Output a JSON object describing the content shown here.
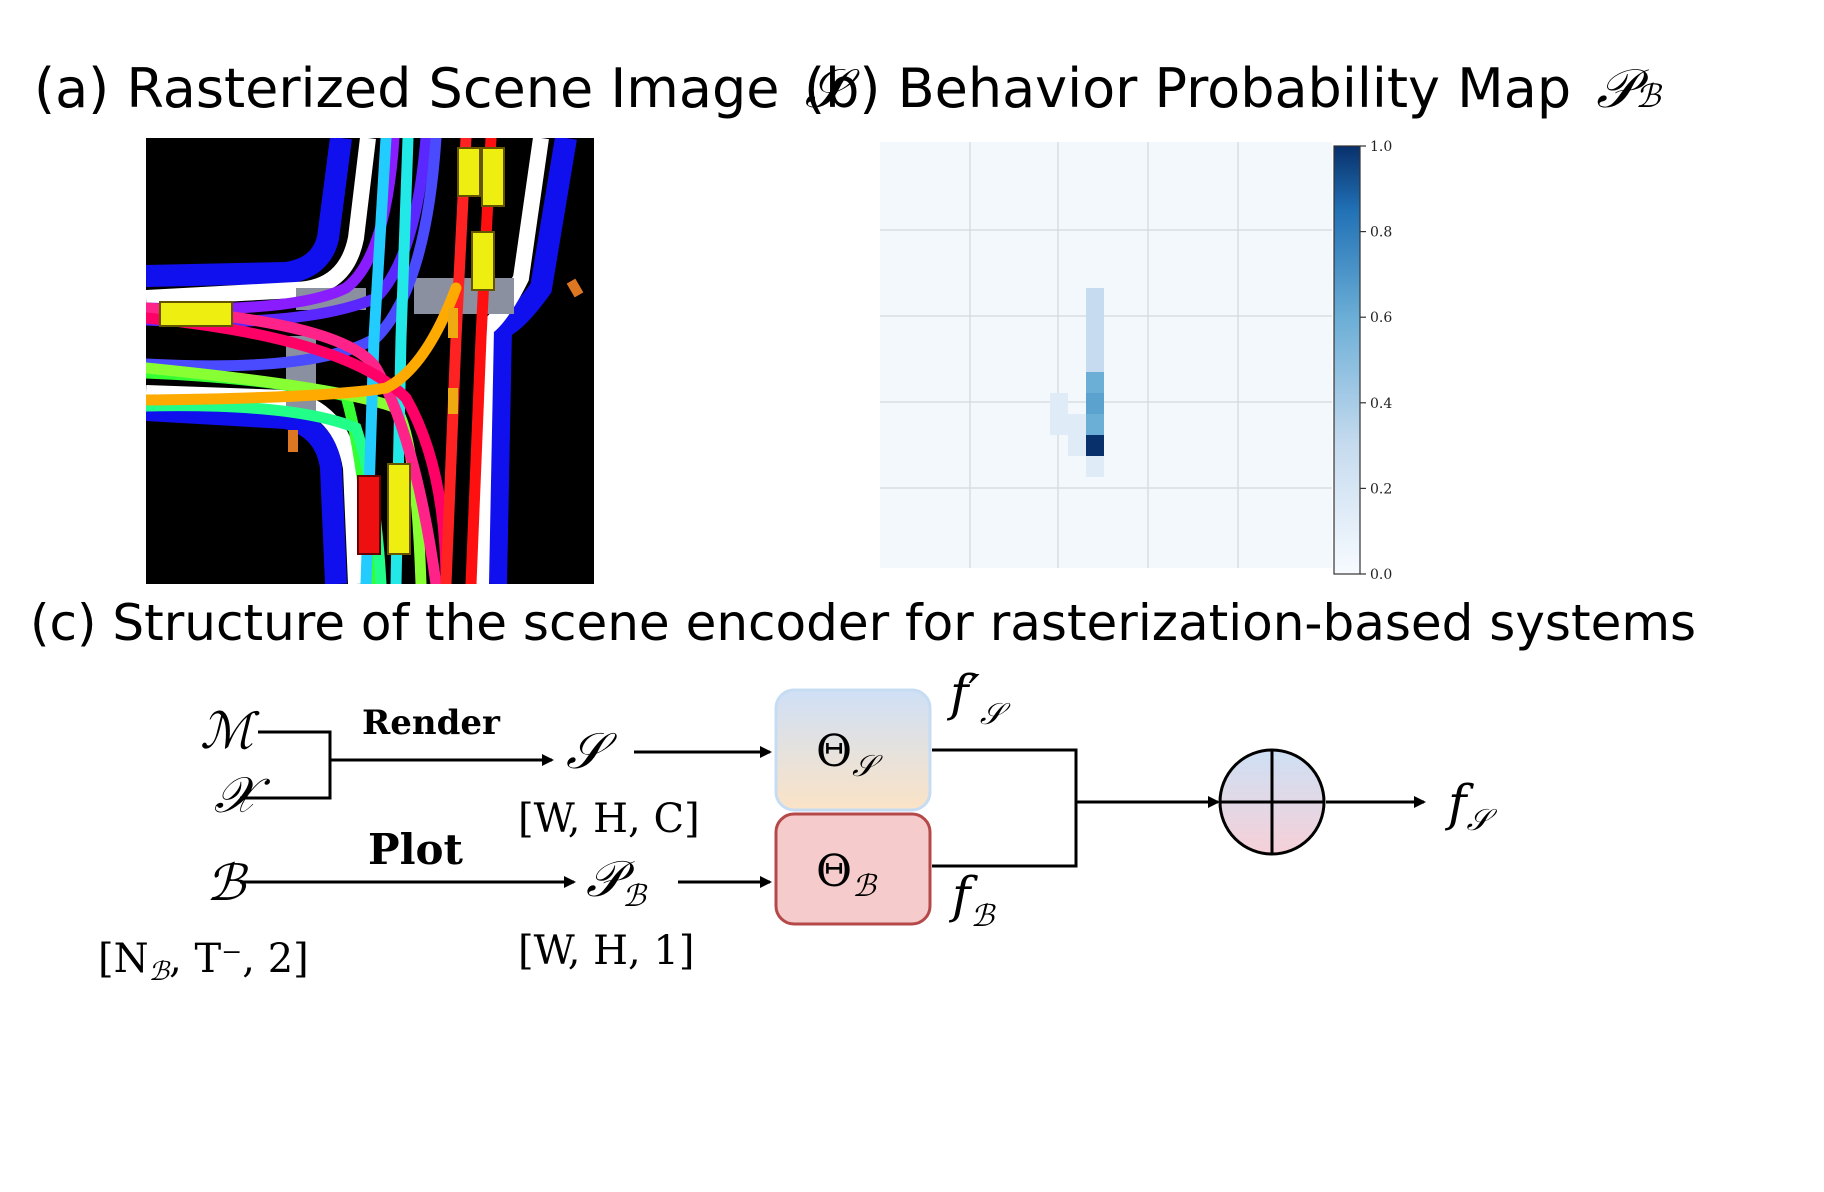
{
  "panel_a": {
    "title_prefix": "(a) Rasterized Scene Image",
    "title_symbol": "𝒮",
    "legend": []
  },
  "panel_b": {
    "title_prefix": "(b) Behavior Probability Map",
    "title_symbol": "𝒫",
    "title_subscript": "ℬ",
    "colorbar_ticks": [
      "0.0",
      "0.2",
      "0.4",
      "0.6",
      "0.8",
      "1.0"
    ],
    "colors": {
      "low": "#f7fbff",
      "high": "#08306b"
    },
    "heat_cells": [
      {
        "col": 0,
        "row": 0,
        "value": 0.3
      },
      {
        "col": 0,
        "row": 1,
        "value": 0.3
      },
      {
        "col": 0,
        "row": 2,
        "value": 0.3
      },
      {
        "col": 0,
        "row": 3,
        "value": 0.3
      },
      {
        "col": 0,
        "row": 4,
        "value": 0.6
      },
      {
        "col": 0,
        "row": 5,
        "value": 0.65
      },
      {
        "col": 0,
        "row": 6,
        "value": 0.6
      },
      {
        "col": 0,
        "row": 7,
        "value": 1.0
      },
      {
        "col": 0,
        "row": 8,
        "value": 0.15
      },
      {
        "col": -1,
        "row": 6,
        "value": 0.15
      },
      {
        "col": -1,
        "row": 7,
        "value": 0.15
      },
      {
        "col": -2,
        "row": 5,
        "value": 0.15
      },
      {
        "col": -2,
        "row": 6,
        "value": 0.15
      }
    ]
  },
  "panel_c": {
    "title": "(c) Structure of the scene encoder for rasterization-based systems",
    "inputs": {
      "M": "ℳ",
      "X": "𝒳",
      "B": "ℬ",
      "B_shape": "[N",
      "B_shape_sub": "ℬ",
      "B_shape_rest": ", T⁻, 2]"
    },
    "render_label": "Render",
    "plot_label": "Plot",
    "S_symbol": "𝒮",
    "S_shape": "[W, H, C]",
    "P_symbol": "𝒫",
    "P_sub": "ℬ",
    "P_shape": "[W, H, 1]",
    "theta_S": "Θ",
    "theta_S_sub": "𝒮",
    "theta_B": "Θ",
    "theta_B_sub": "ℬ",
    "f_S_prime": "f′",
    "f_S_prime_sub": "𝒮",
    "f_B": "f",
    "f_B_sub": "ℬ",
    "output": "f",
    "output_sub": "𝒮"
  }
}
